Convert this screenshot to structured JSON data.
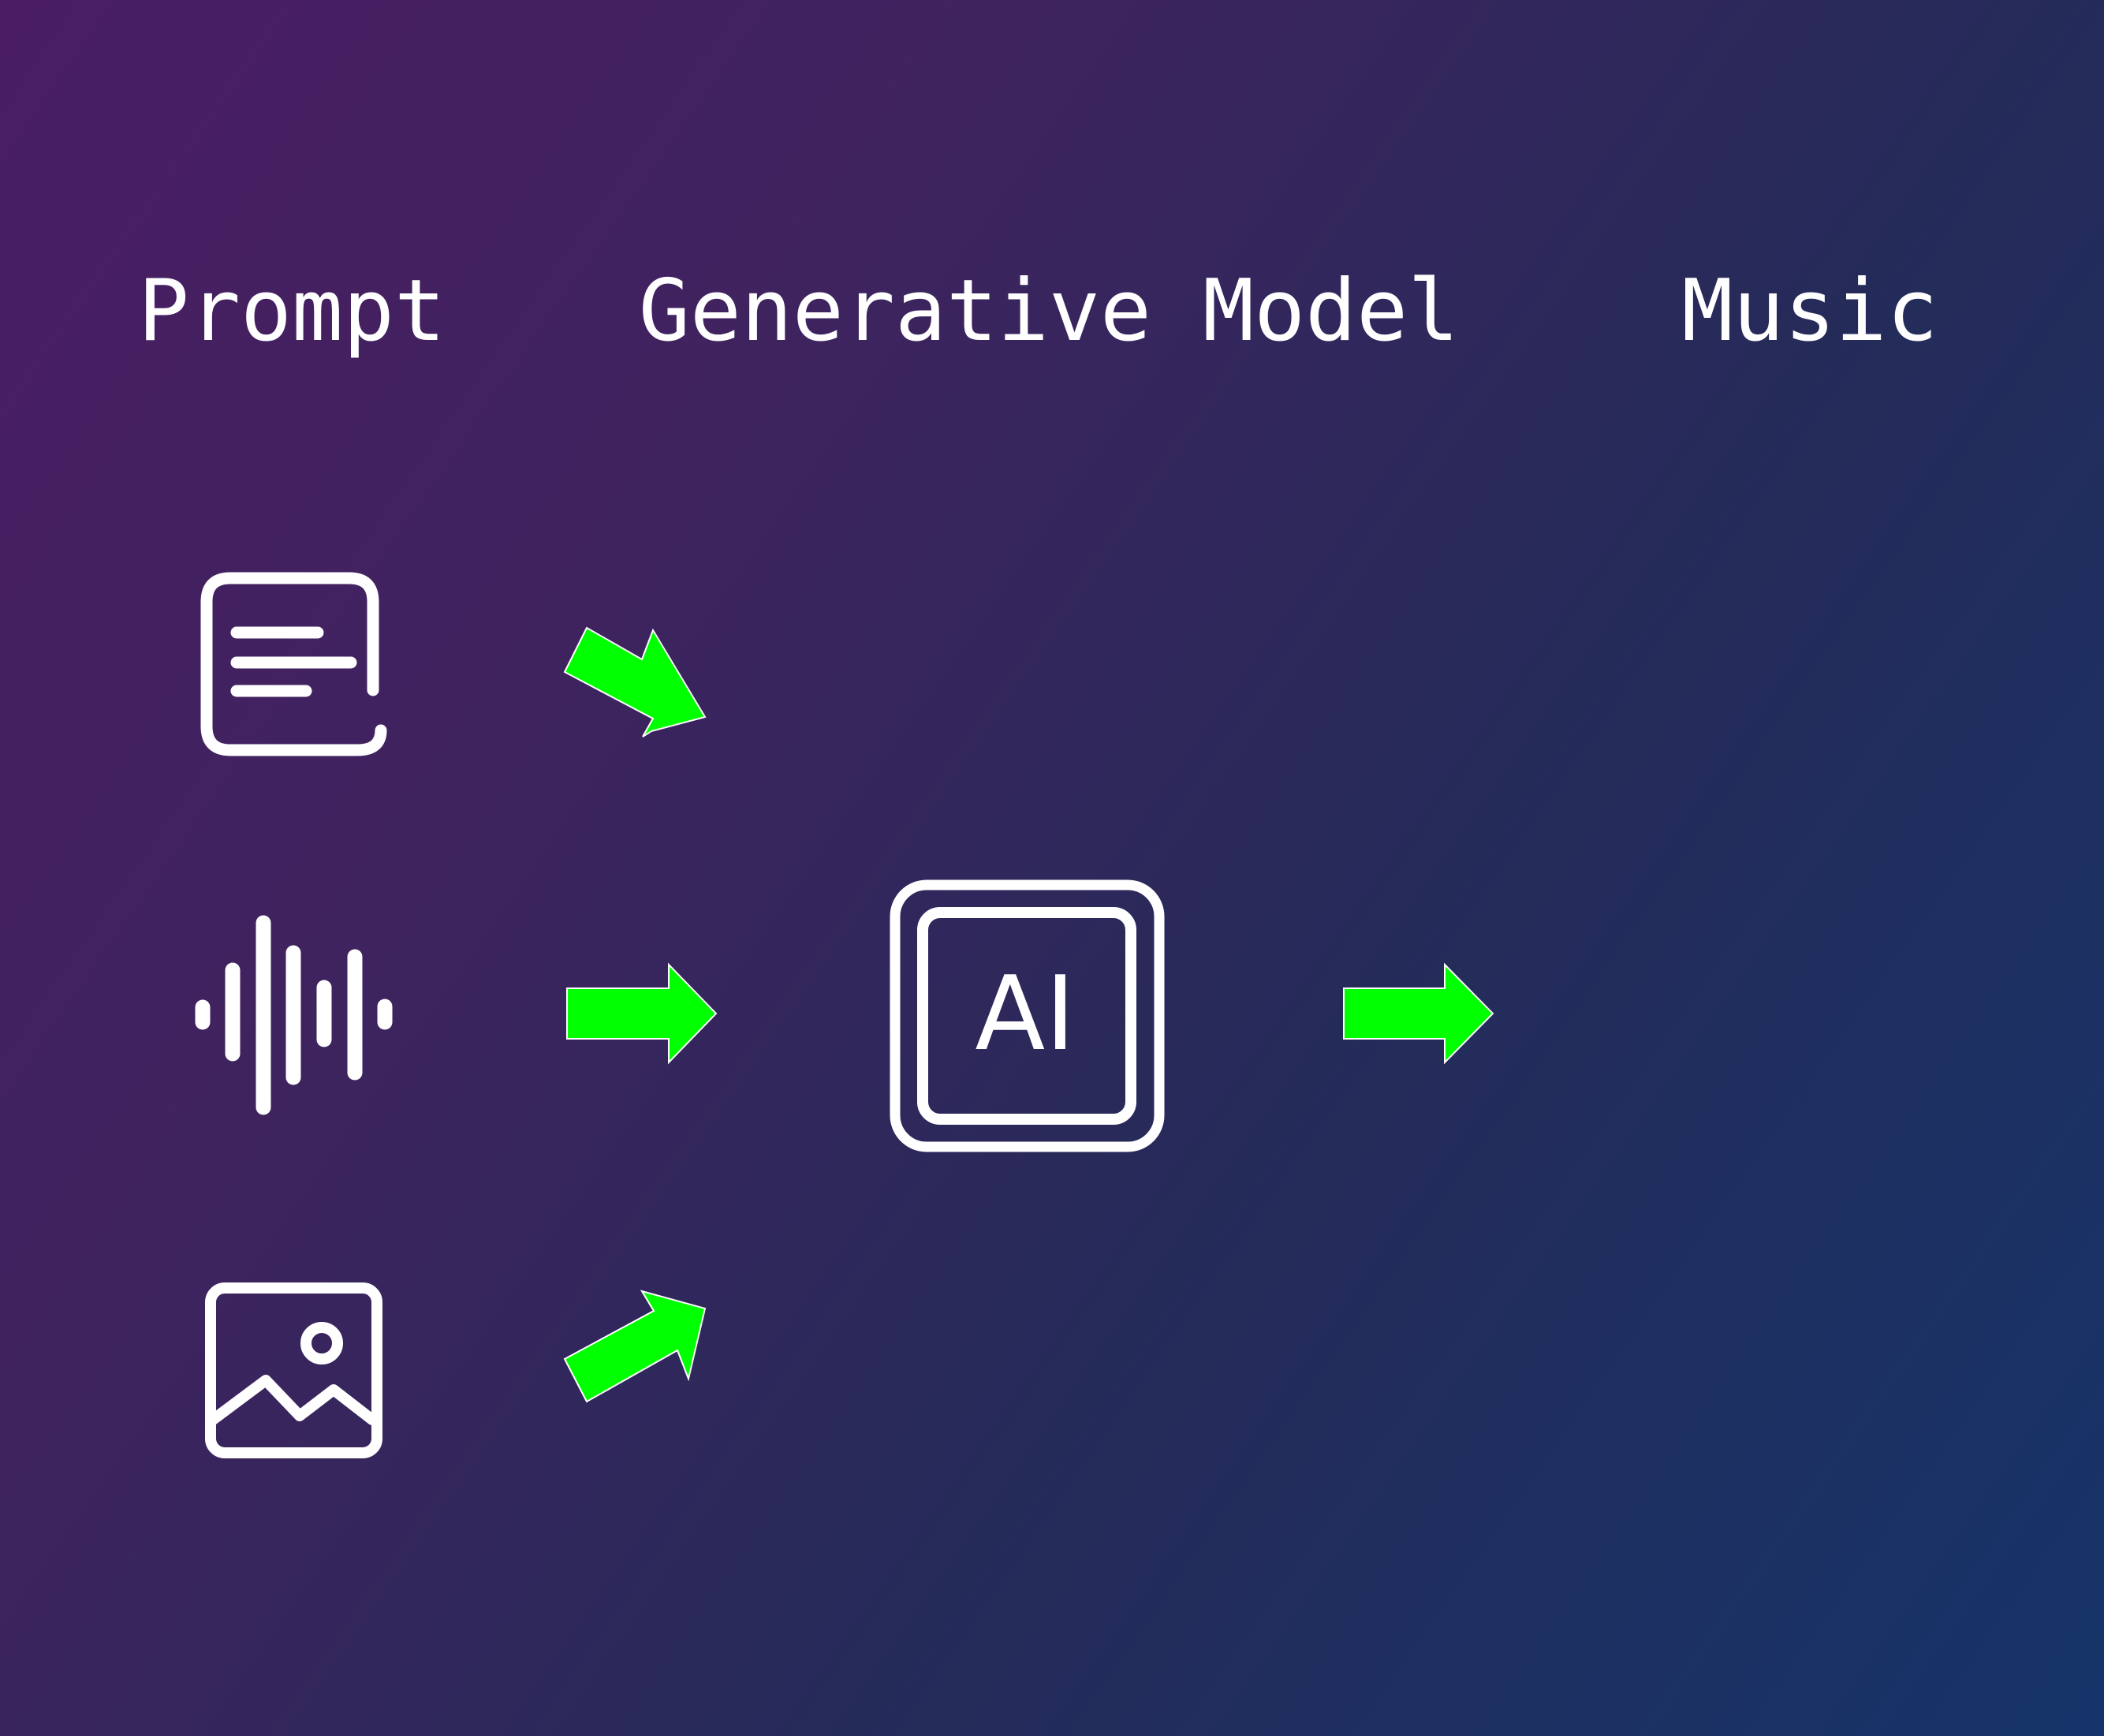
{
  "headings": {
    "prompt": "Prompt",
    "model": "Generative Model",
    "music": "Music"
  },
  "model_icon": {
    "label": "AI",
    "icon": "ai-chip-icon"
  },
  "prompt_inputs": [
    {
      "icon": "text-document-icon"
    },
    {
      "icon": "audio-waveform-icon"
    },
    {
      "icon": "image-icon"
    }
  ],
  "output_icon": "music-waveform-icon",
  "colors": {
    "arrow": "#00ff00",
    "icon_stroke": "#ffffff",
    "waveform_gradient": [
      "#f7d39a",
      "#f06292",
      "#e23e8f",
      "#c44bb2",
      "#7b4fd6"
    ],
    "background": [
      "#4a1d63",
      "#16346a"
    ]
  }
}
